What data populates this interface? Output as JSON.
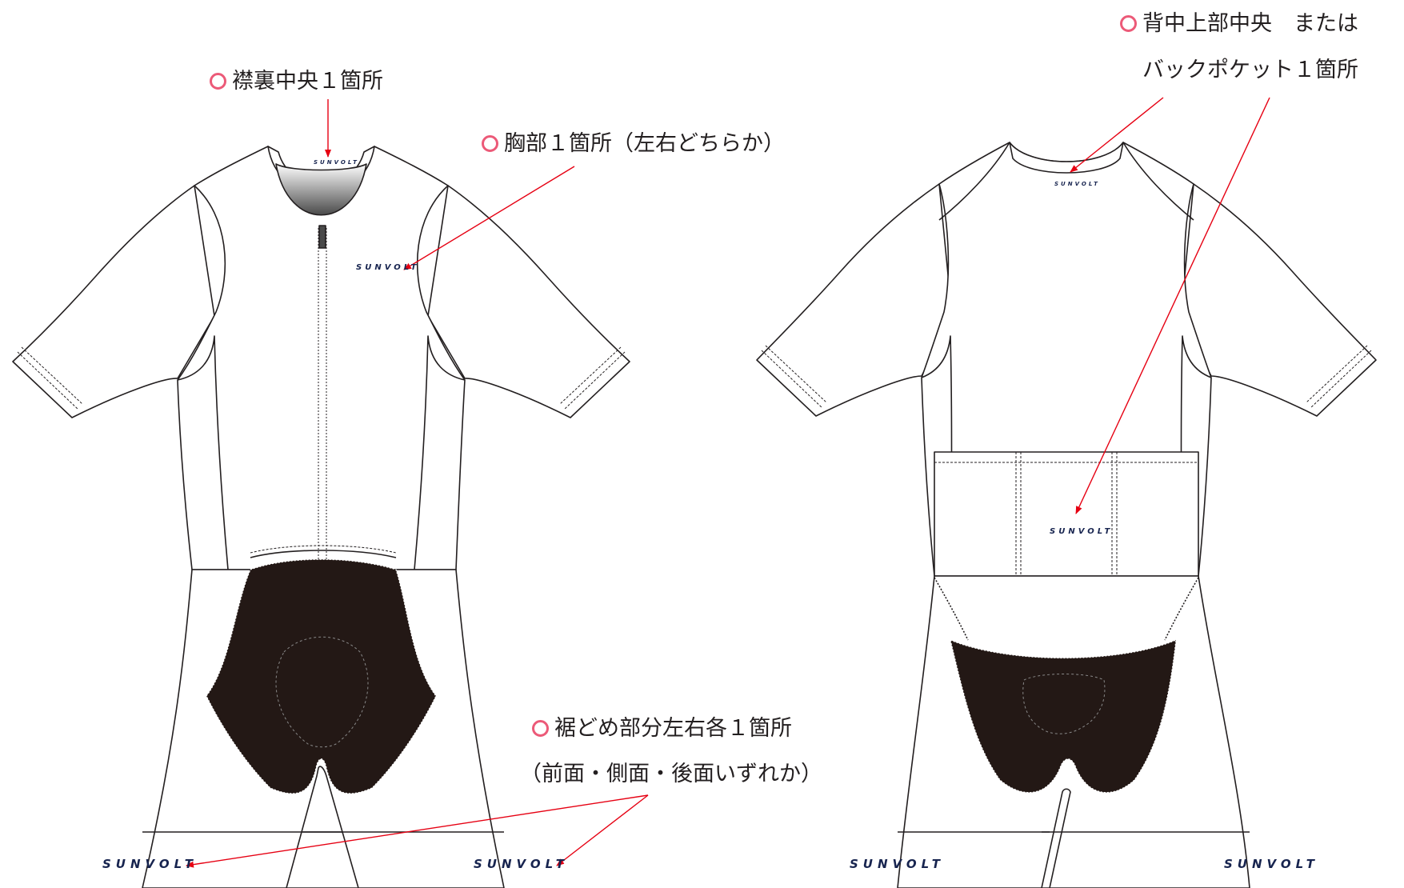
{
  "labels": {
    "neck": "襟裏中央１箇所",
    "chest": "胸部１箇所（左右どちらか）",
    "back_line1": "背中上部中央　または",
    "back_line2": "バックポケット１箇所",
    "hem_line1": "裾どめ部分左右各１箇所",
    "hem_line2": "（前面・側面・後面いずれか）"
  },
  "brand": "SUNVOLT",
  "colors": {
    "outline": "#231f20",
    "arrow": "#e60012",
    "marker_ring": "#ec5a78",
    "brand_text": "#17244f",
    "pad_fill": "#231815",
    "background": "#ffffff"
  },
  "icons": [
    "marker-ring-icon",
    "arrow-icon"
  ]
}
